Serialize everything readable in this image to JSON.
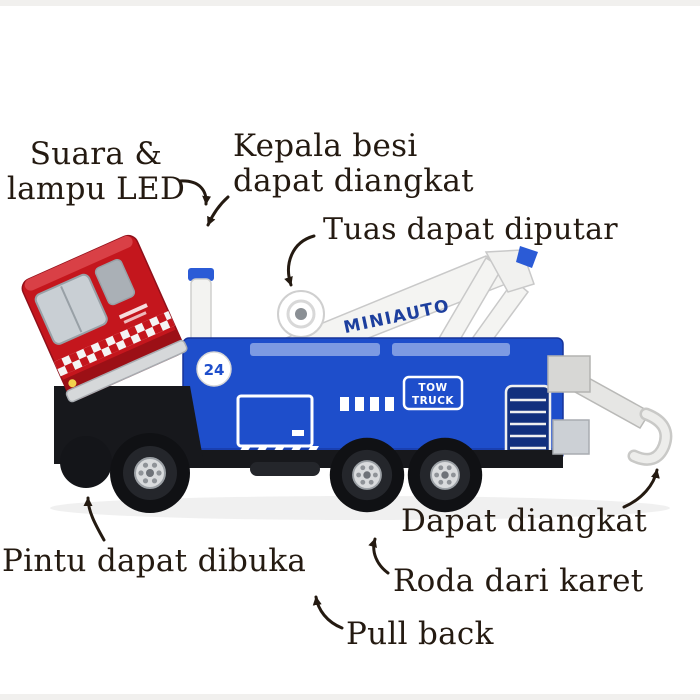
{
  "page": {
    "background": "#ffffff"
  },
  "annotations": {
    "sound_led": {
      "line1": "Suara &",
      "line2": "lampu LED"
    },
    "head": {
      "line1": "Kepala besi",
      "line2": "dapat diangkat"
    },
    "lever": {
      "text": "Tuas dapat diputar"
    },
    "lift": {
      "text": "Dapat diangkat"
    },
    "door": {
      "text": "Pintu dapat dibuka"
    },
    "wheels": {
      "text": "Roda dari karet"
    },
    "pullback": {
      "text": "Pull back"
    }
  },
  "truck": {
    "brand": "MINIAUTO",
    "badge": {
      "line1": "TOW",
      "line2": "TRUCK"
    },
    "service_badge": "24",
    "colors": {
      "cab_red": "#c4161d",
      "body_blue": "#1e4ecb",
      "chassis_black": "#17181c",
      "boom_white": "#f4f4f2",
      "annotation_ink": "#241a11"
    }
  }
}
